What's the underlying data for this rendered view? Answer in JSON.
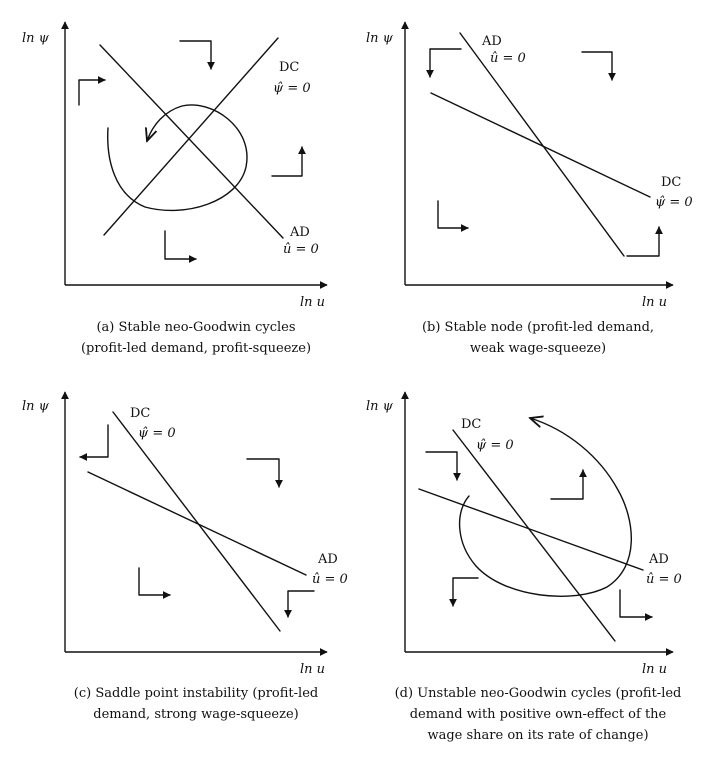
{
  "axis_labels": {
    "y": "ln ψ",
    "x": "ln u"
  },
  "curve_labels": {
    "dc": "DC",
    "ad": "AD",
    "psi_eq": "ψ̂ = 0",
    "u_eq": "û = 0"
  },
  "panels": [
    {
      "id": "a",
      "caption": [
        "(a) Stable neo-Goodwin cycles",
        "(profit-led demand, profit-squeeze)"
      ]
    },
    {
      "id": "b",
      "caption": [
        "(b) Stable node (profit-led demand,",
        "weak wage-squeeze)"
      ]
    },
    {
      "id": "c",
      "caption": [
        "(c) Saddle point instability (profit-led",
        "demand, strong wage-squeeze)"
      ]
    },
    {
      "id": "d",
      "caption": [
        "(d) Unstable neo-Goodwin cycles (profit-led",
        "demand with positive own-effect of the",
        "wage share on its rate of change)"
      ]
    }
  ]
}
